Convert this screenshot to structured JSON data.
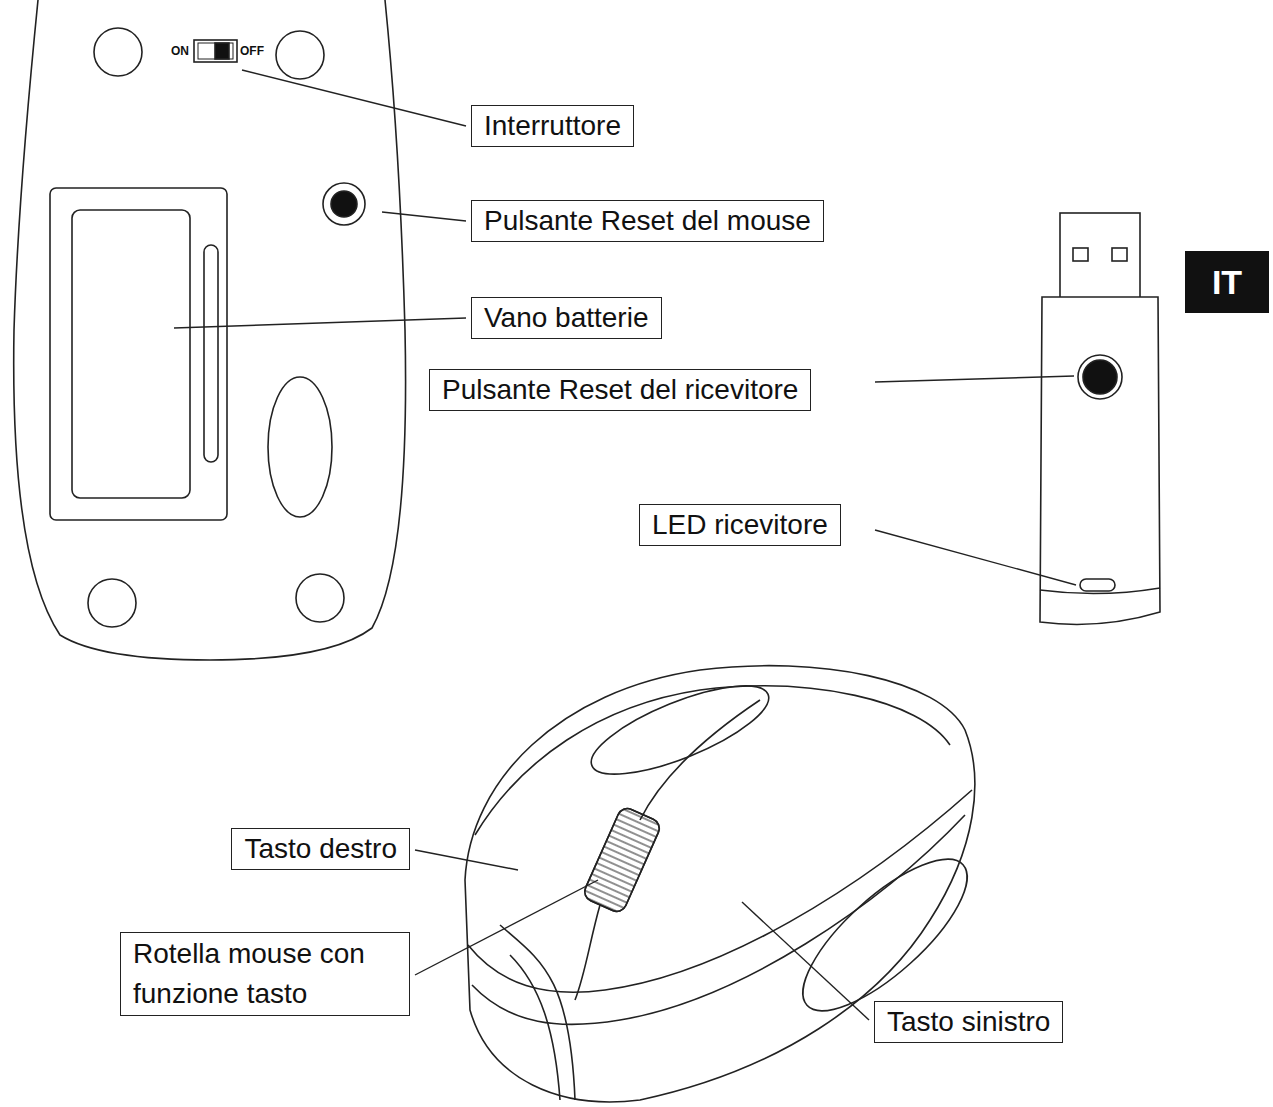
{
  "diagram": {
    "nodes": [
      {
        "text": [
          "Interruttore"
        ]
      },
      {
        "text": [
          "Pulsante Reset del mouse"
        ]
      },
      {
        "text": [
          "Vano batterie"
        ]
      },
      {
        "text": [
          "IT"
        ]
      },
      {
        "text": [
          "Pulsante Reset del ricevitore"
        ]
      },
      {
        "text": [
          "LED ricevitore"
        ]
      },
      {
        "text": [
          "Tasto destro"
        ]
      },
      {
        "text": [
          "Rotella mouse con funzione tasto"
        ]
      },
      {
        "text": [
          "Tasto sinistro"
        ]
      }
    ],
    "labels": [
      "ON",
      "OFF"
    ]
  }
}
